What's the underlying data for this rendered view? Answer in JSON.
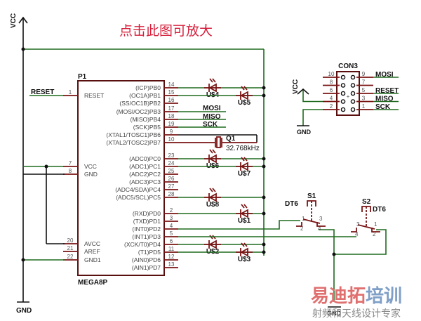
{
  "title": "点击此图可放大",
  "power": {
    "vcc": "VCC",
    "gnd": "GND"
  },
  "mcu": {
    "ref": "P1",
    "part": "MEGA8P",
    "left_pins": [
      {
        "num": "1",
        "name": "RESET"
      },
      {
        "num": "7",
        "name": "VCC"
      },
      {
        "num": "8",
        "name": "GND"
      },
      {
        "num": "20",
        "name": "AVCC"
      },
      {
        "num": "21",
        "name": "AREF"
      },
      {
        "num": "22",
        "name": "GND1"
      }
    ],
    "right_pins": [
      {
        "num": "14",
        "name": "(ICP)PB0"
      },
      {
        "num": "15",
        "name": "(OC1A)PB1"
      },
      {
        "num": "16",
        "name": "(SS/OC1B)PB2"
      },
      {
        "num": "17",
        "name": "(MOSI/OC2)PB3"
      },
      {
        "num": "18",
        "name": "(MISO)PB4"
      },
      {
        "num": "19",
        "name": "(SCK)PB5"
      },
      {
        "num": "9",
        "name": "(XTAL1/TOSC1)PB6"
      },
      {
        "num": "10",
        "name": "(XTAL2/TOSC2)PB7"
      },
      {
        "num": "23",
        "name": "(ADC0)PC0"
      },
      {
        "num": "24",
        "name": "(ADC1)PC1"
      },
      {
        "num": "25",
        "name": "(ADC2)PC2"
      },
      {
        "num": "26",
        "name": "(ADC3)PC3"
      },
      {
        "num": "27",
        "name": "(ADC4/SDA)PC4"
      },
      {
        "num": "28",
        "name": "(ADC5/SCL)PC5"
      },
      {
        "num": "2",
        "name": "(RXD)PD0"
      },
      {
        "num": "3",
        "name": "(TXD)PD1"
      },
      {
        "num": "4",
        "name": "(INT0)PD2"
      },
      {
        "num": "5",
        "name": "(INT1)PD3"
      },
      {
        "num": "6",
        "name": "(XCK/T0)PD4"
      },
      {
        "num": "11",
        "name": "(T1)PD5"
      },
      {
        "num": "12",
        "name": "(AIN0)PD6"
      },
      {
        "num": "13",
        "name": "(AIN1)PD7"
      }
    ]
  },
  "nets": {
    "reset": "RESET",
    "mosi": "MOSI",
    "miso": "MISO",
    "sck": "SCK"
  },
  "crystal": {
    "ref": "Q1",
    "value": "32.768kHz"
  },
  "leds": [
    "U$4",
    "U$5",
    "U$6",
    "U$7",
    "U$8",
    "U$1",
    "U$2",
    "U$3"
  ],
  "connector": {
    "ref": "CON3",
    "left_pins": [
      "10",
      "8",
      "6",
      "4",
      "2"
    ],
    "right_pins": [
      "9",
      "7",
      "5",
      "3",
      "1"
    ],
    "right_nets": [
      "MOSI",
      "",
      "RESET",
      "MISO",
      "SCK"
    ],
    "vcc": "VCC",
    "gnd": "GND"
  },
  "switches": [
    {
      "ref": "S1",
      "type": "DT6",
      "pins": [
        "1",
        "2",
        "3",
        "4"
      ]
    },
    {
      "ref": "S2",
      "type": "DT6",
      "pins": [
        "3",
        "4",
        "1",
        "2"
      ]
    }
  ],
  "watermark": {
    "brand": "易迪拓培训",
    "brand_a": "易迪拓",
    "brand_b": "培训",
    "slogan": "射频和天线设计专家"
  }
}
